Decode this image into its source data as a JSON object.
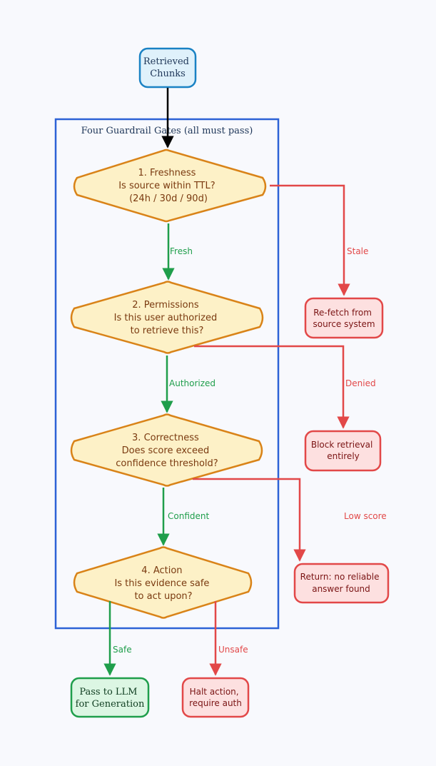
{
  "group": {
    "title": "Four Guardrail Gates  (all must pass)"
  },
  "start": {
    "lines": [
      "Retrieved",
      "Chunks"
    ]
  },
  "gates": [
    {
      "lines": [
        "1. Freshness",
        "Is source within TTL?",
        "(24h / 30d / 90d)"
      ]
    },
    {
      "lines": [
        "2. Permissions",
        "Is this user authorized",
        "to retrieve this?"
      ]
    },
    {
      "lines": [
        "3. Correctness",
        "Does score exceed",
        "confidence threshold?"
      ]
    },
    {
      "lines": [
        "4. Action",
        "Is this evidence safe",
        "to act upon?"
      ]
    }
  ],
  "pass_labels": [
    "Fresh",
    "Authorized",
    "Confident",
    "Safe"
  ],
  "fail_labels": [
    "Stale",
    "Denied",
    "Low score",
    "Unsafe"
  ],
  "fail_boxes": [
    {
      "lines": [
        "Re-fetch from",
        "source system"
      ]
    },
    {
      "lines": [
        "Block retrieval",
        "entirely"
      ]
    },
    {
      "lines": [
        "Return: no reliable",
        "answer found"
      ]
    },
    {
      "lines": [
        "Halt action,",
        "require auth"
      ]
    }
  ],
  "final": {
    "lines": [
      "Pass to LLM",
      "for Generation"
    ]
  },
  "colors": {
    "start_fill": "#dff1fb",
    "start_stroke": "#1a82c4",
    "gate_fill": "#fdf1c7",
    "gate_stroke": "#d98318",
    "pass": "#1f9e4b",
    "fail": "#e24848",
    "fail_fill": "#fde0e0",
    "final_fill": "#dcf6e3",
    "group_stroke": "#2d62d6",
    "main_arrow": "#000000"
  }
}
